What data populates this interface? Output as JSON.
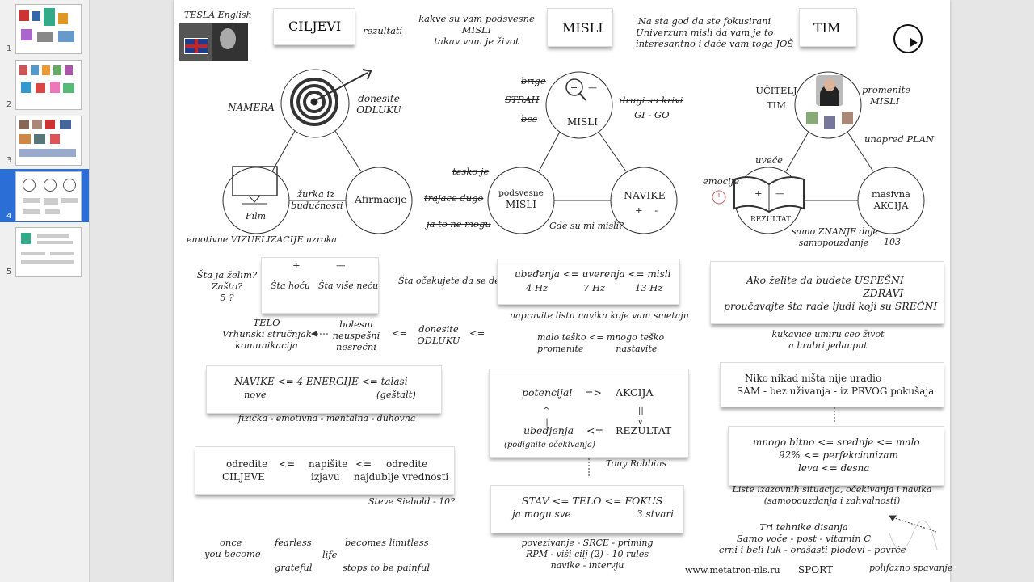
{
  "slides_panel": {
    "numbers": [
      "1",
      "2",
      "3",
      "4",
      "5"
    ],
    "active_index": 4
  },
  "slide": {
    "logo_caption": "TESLA English",
    "ciljevi": "CILJEVI",
    "rezultati": "rezultati",
    "podsvesne": [
      "kakve su vam podsvesne",
      "MISLI",
      "takav vam je život"
    ],
    "misli_hdr": "MISLI",
    "fokus": [
      "Na sta god da ste fokusirani",
      "Univerzum misli da vam je to",
      "interesantno i daće vam toga JOŠ"
    ],
    "tim_hdr": "TIM",
    "tri1": {
      "namera": "NAMERA",
      "donesite": [
        "donesite",
        "ODLUKU"
      ],
      "zurka": [
        "žurka iz",
        "budućnosti"
      ],
      "afirmacije": "Afirmacije",
      "film": "Film",
      "emotivne": "emotivne  VIZUELIZACIJE  uzroka"
    },
    "tri2": {
      "brige": "brige",
      "strah": "STRAH",
      "bes": "bes",
      "misli": "MISLI",
      "drugi": "drugi su krivi",
      "gigo": "GI - GO",
      "tesko": "tesko je",
      "trajace": "trajace dugo",
      "jato": "ja to ne mogu",
      "podsv": [
        "podsvesne",
        "MISLI"
      ],
      "navike": "NAVIKE",
      "plusminus": "+    -",
      "gde": "Gde su mi misli?",
      "plus": "+",
      "minus": "—"
    },
    "tri3": {
      "ucitelj": [
        "UČITELJ",
        "TIM"
      ],
      "promenite": [
        "promenite",
        "MISLI"
      ],
      "unapred": "unapred  PLAN",
      "uvece": "uveče",
      "emocije": "emocije",
      "rezultat": "REZULTAT",
      "masivna": [
        "masivna",
        "AKCIJA"
      ],
      "samo": [
        "samo ZNANJE daje",
        "samopouzdanje"
      ],
      "n103": "103",
      "plus": "+",
      "minus": "—"
    },
    "sta_ja": [
      "Šta ja želim?",
      "Zašto?",
      "5  ?"
    ],
    "hocu_box": {
      "plus": "+",
      "minus": "—",
      "hocu": "Šta hoću",
      "necu": "Šta više neću"
    },
    "ocekujete": "Šta očekujete da se desi?",
    "ubedjenja": [
      "ubeđenja <= uverenja <= misli",
      "4 Hz",
      "7 Hz",
      "13 Hz"
    ],
    "uspesni": [
      "Ako želite da budete  USPEŠNI",
      "ZDRAVI",
      "proučavajte šta rade ljudi koji su  SREĆNI"
    ],
    "telo": [
      "TELO",
      "Vrhunski stručnjak",
      "komunikacija"
    ],
    "bolesni": [
      "bolesni",
      "neuspešni",
      "nesrećni"
    ],
    "lte1": "<=",
    "odluku2": [
      "donesite",
      "ODLUKU"
    ],
    "lte2": "<=",
    "listu": "napravite listu navika koje vam smetaju",
    "malo": [
      "malo teško  <=  mnogo teško",
      "promenite",
      "nastavite"
    ],
    "kukavice": [
      "kukavice umiru ceo život",
      "a hrabri jedanput"
    ],
    "energije": [
      "NAVIKE  <= 4 ENERGIJE <=  talasi",
      "nove",
      "(geštalt)"
    ],
    "fizicka": "fizička - emotivna - mentalna - duhovna",
    "potencijal": [
      "potencijal",
      "=>",
      "AKCIJA",
      "ubedjenja",
      "<=",
      "REZULTAT",
      "(podignite očekivanja)"
    ],
    "niko": [
      "Niko nikad ništa nije uradio",
      "SAM - bez uživanja - iz PRVOG pokušaja"
    ],
    "odredite": [
      "odredite",
      "<=",
      "napišite",
      "<=",
      "odredite",
      "CILJEVE",
      "izjavu",
      "najdublje vrednosti"
    ],
    "tony": "Tony Robbins",
    "bitno": [
      "mnogo bitno <=  srednje  <= malo",
      "92% <= perfekcionizam",
      "leva <= desna"
    ],
    "steve": "Steve Siebold - 10?",
    "stav": [
      "STAV  <=   TELO  <= FOKUS",
      "ja mogu sve",
      "3 stvari"
    ],
    "liste": [
      "Liste izazovnih situacija, očekivanja i navika",
      "(samopouzdanja i zahvalnosti)"
    ],
    "once": [
      "once",
      "fearless",
      "becomes limitless",
      "you become",
      "life",
      "grateful",
      "stops to be painful"
    ],
    "povezivanje": [
      "povezivanje - SRCE - priming",
      "RPM - viši cilj (2) - 10 rules",
      "navike - intervju"
    ],
    "tehnike": [
      "Tri tehnike disanja",
      "Samo voće - post - vitamin C",
      "crni i beli luk - orašasti plodovi - povrće"
    ],
    "www": "www.metatron-nls.ru",
    "sport": "SPORT",
    "polifazno": "polifazno spavanje"
  }
}
